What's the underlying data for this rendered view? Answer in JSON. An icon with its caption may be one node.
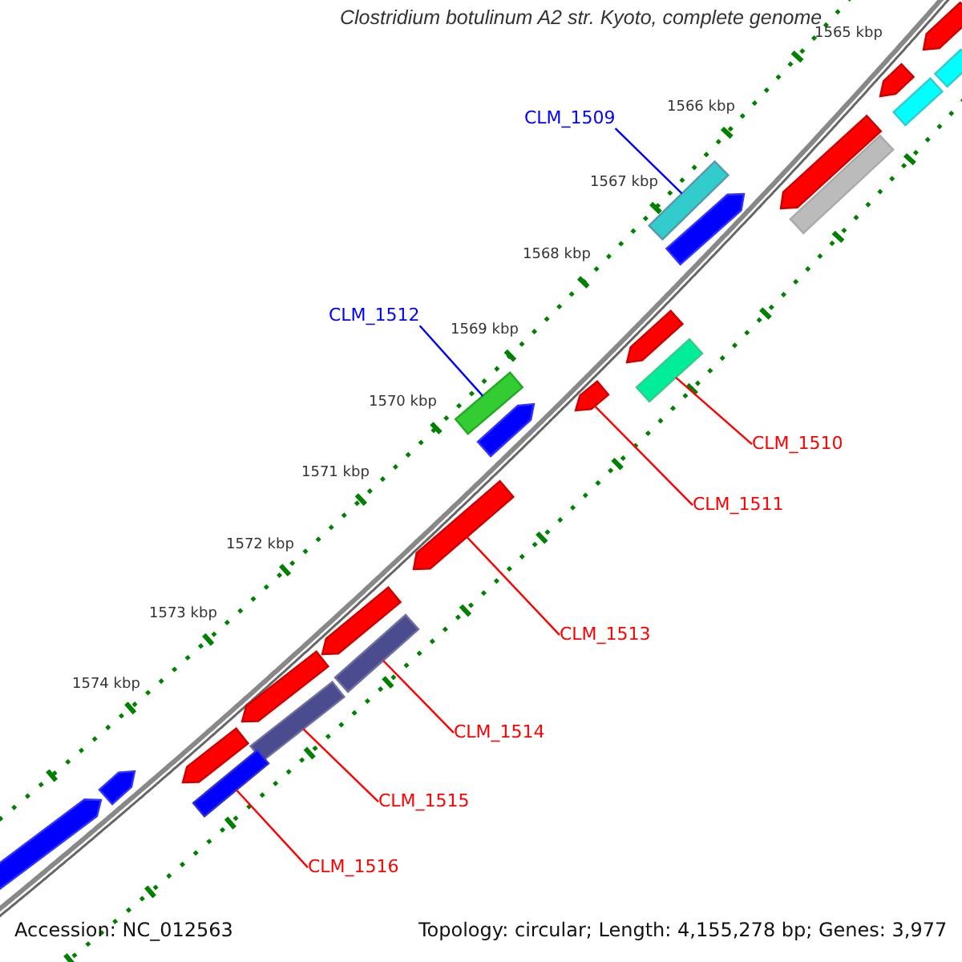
{
  "diagram": {
    "title": "Clostridium botulinum A2 str. Kyoto, complete genome",
    "nodes": [
      {
        "text": [
          "CLM_1509"
        ]
      },
      {
        "text": [],
        "shape": "bar"
      },
      {
        "text": [
          "CLM_1512"
        ]
      },
      {
        "text": [],
        "shape": "bar"
      },
      {
        "text": [
          "CLM_1510"
        ]
      },
      {
        "text": [],
        "shape": "bar"
      },
      {
        "text": [
          "CLM_1511"
        ]
      },
      {
        "text": [],
        "shape": "pentagon"
      },
      {
        "text": [
          "CLM_1513"
        ]
      },
      {
        "text": [],
        "shape": "pentagon"
      },
      {
        "text": [
          "CLM_1514"
        ]
      },
      {
        "text": [],
        "shape": "bar"
      },
      {
        "text": [
          "CLM_1515"
        ]
      },
      {
        "text": [],
        "shape": "bar"
      },
      {
        "text": [
          "CLM_1516"
        ]
      },
      {
        "text": [],
        "shape": "bar"
      },
      {
        "text": [],
        "shape": "pentagon"
      },
      {
        "text": [],
        "shape": "bar"
      },
      {
        "text": [],
        "shape": "bar"
      },
      {
        "text": [],
        "shape": "pentagon"
      },
      {
        "text": [],
        "shape": "pentagon"
      },
      {
        "text": [],
        "shape": "pentagon"
      },
      {
        "text": [],
        "shape": "bar"
      },
      {
        "text": [],
        "shape": "pentagon"
      },
      {
        "text": [],
        "shape": "pentagon"
      },
      {
        "text": [],
        "shape": "pentagon"
      },
      {
        "text": [],
        "shape": "pentagon"
      },
      {
        "text": [],
        "shape": "pentagon"
      },
      {
        "text": [],
        "shape": "pentagon"
      },
      {
        "text": [],
        "shape": "pentagon"
      }
    ],
    "edges": [
      {
        "from": 0,
        "to": 1,
        "arrow": "none",
        "color": "#0000ff"
      },
      {
        "from": 2,
        "to": 3,
        "arrow": "none",
        "color": "#0000ff"
      },
      {
        "from": 4,
        "to": 5,
        "arrow": "none"
      },
      {
        "from": 6,
        "to": 7,
        "arrow": "none"
      },
      {
        "from": 8,
        "to": 9,
        "arrow": "none"
      },
      {
        "from": 10,
        "to": 11,
        "arrow": "none"
      },
      {
        "from": 12,
        "to": 13,
        "arrow": "none"
      },
      {
        "from": 14,
        "to": 15,
        "arrow": "none"
      }
    ],
    "labels": [
      "1565 kbp",
      "1566 kbp",
      "1567 kbp",
      "1568 kbp",
      "1569 kbp",
      "1570 kbp",
      "1571 kbp",
      "1572 kbp",
      "1573 kbp",
      "1574 kbp",
      "Accession: NC_012563",
      "Topology: circular; Length: 4,155,278 bp; Genes: 3,977"
    ]
  }
}
